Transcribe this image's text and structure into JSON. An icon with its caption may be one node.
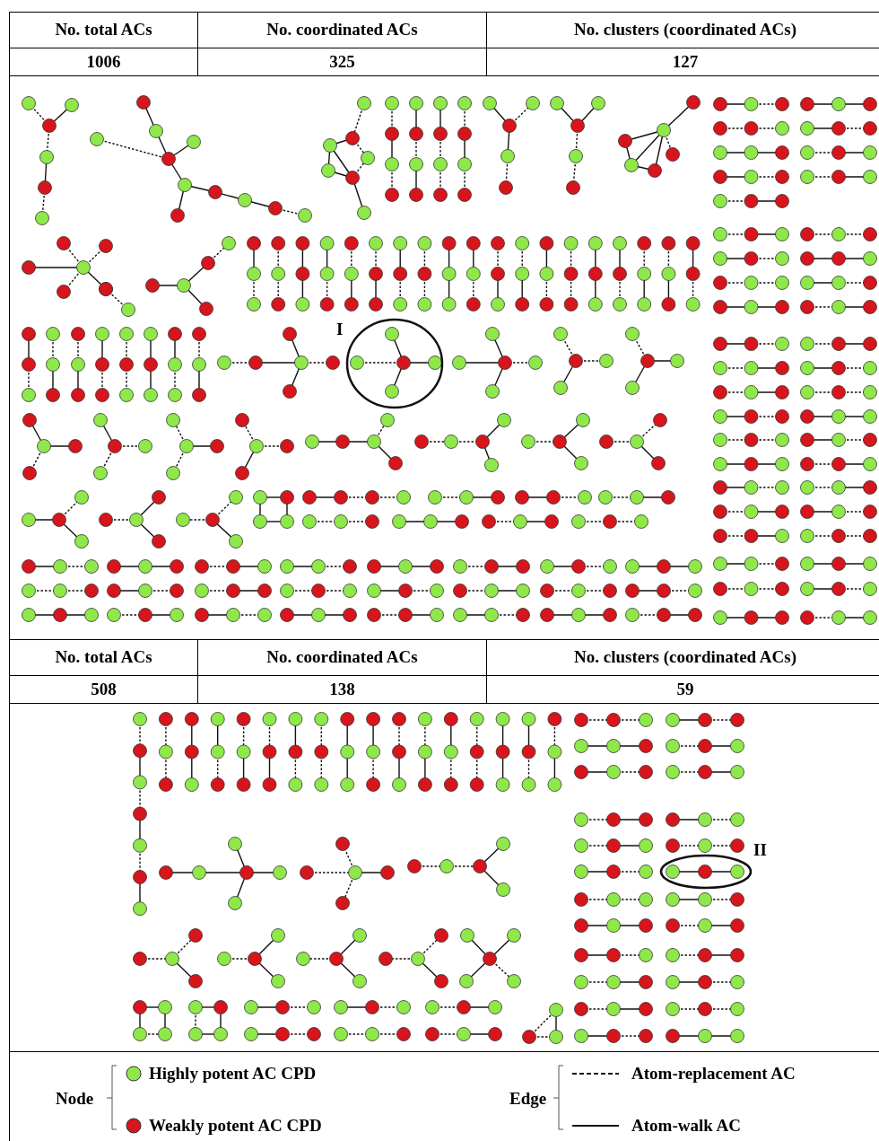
{
  "diagram": {
    "labels": [
      "No. total ACs",
      "No. coordinated ACs",
      "No. clusters (coordinated ACs)",
      "1006",
      "325",
      "127",
      "I",
      "No. total ACs",
      "No. coordinated ACs",
      "No. clusters (coordinated ACs)",
      "508",
      "138",
      "59",
      "II",
      "Node",
      "Edge"
    ],
    "legend": [
      {
        "text": "Highly potent AC CPD",
        "color": "#8fe84a"
      },
      {
        "text": "Weakly potent AC CPD",
        "color": "#d7151c"
      },
      {
        "text": "Atom-replacement AC"
      },
      {
        "text": "Atom-walk AC"
      }
    ]
  }
}
